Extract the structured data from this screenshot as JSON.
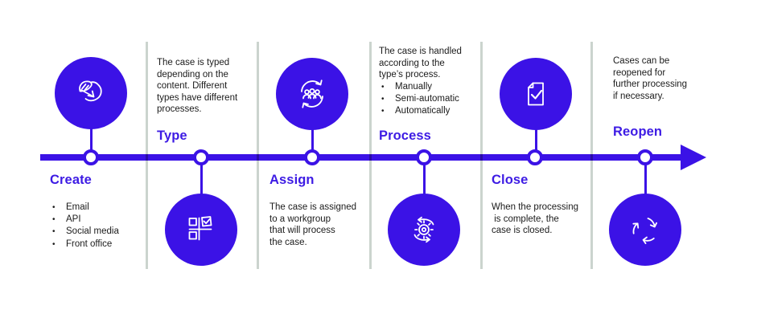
{
  "colors": {
    "accent": "#3B12E6",
    "label_text": "#3D1BE4",
    "divider": "#CBD4CE",
    "body_text": "#1B1B1B"
  },
  "timeline": {
    "direction": "left-to-right",
    "arrowhead": "right"
  },
  "stages": [
    {
      "label": "Create",
      "icon": "quill-hand-icon",
      "position": "circle-above-text-below",
      "bullets": [
        "Email",
        "API",
        "Social media",
        "Front office"
      ]
    },
    {
      "label": "Type",
      "icon": "category-check-icon",
      "position": "text-above-circle-below",
      "description": "The case is typed\ndepending on the\ncontent. Different\ntypes have different\nprocesses."
    },
    {
      "label": "Assign",
      "icon": "team-cycle-icon",
      "position": "circle-above-text-below",
      "description": "The case is assigned\nto a workgroup\nthat will process\nthe case."
    },
    {
      "label": "Process",
      "icon": "gear-cycle-icon",
      "position": "text-above-circle-below",
      "description": "The case is handled\naccording to the\ntype’s process.",
      "bullets": [
        "Manually",
        "Semi-automatic",
        "Automatically"
      ]
    },
    {
      "label": "Close",
      "icon": "document-check-icon",
      "position": "circle-above-text-below",
      "description": "When the processing\n is complete, the\ncase is closed."
    },
    {
      "label": "Reopen",
      "icon": "recycle-icon",
      "position": "text-above-circle-below",
      "description": "Cases can be\nreopened for\nfurther processing\nif necessary."
    }
  ]
}
